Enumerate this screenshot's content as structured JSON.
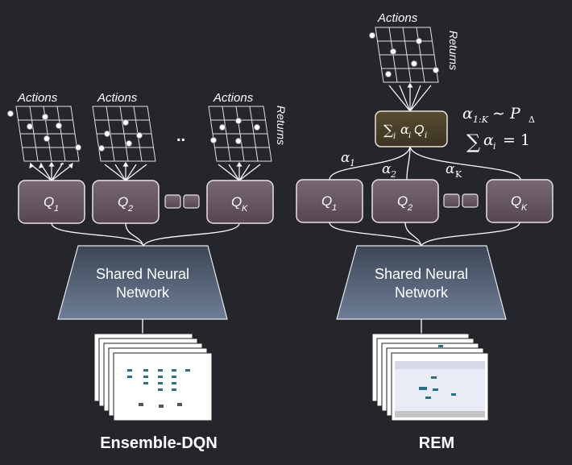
{
  "left": {
    "actions_labels": [
      "Actions",
      "Actions",
      "Actions"
    ],
    "returns_label": "Returns",
    "ellipsis": "..",
    "q_heads": [
      {
        "name": "Q",
        "sub": "1"
      },
      {
        "name": "Q",
        "sub": "2"
      },
      {
        "name": "Q",
        "sub": "K"
      }
    ],
    "network_lines": [
      "Shared Neural",
      "Network"
    ],
    "title": "Ensemble-DQN"
  },
  "right": {
    "actions_label": "Actions",
    "returns_label": "Returns",
    "combine": {
      "sum": "∑",
      "sum_sub": "i",
      "alpha": "α",
      "alpha_sub": "i",
      "q": "Q",
      "q_sub": "i"
    },
    "prior": {
      "alpha": "α",
      "alpha_sub": "1:K",
      "rel": "∼ P",
      "p_sub": "Δ"
    },
    "constraint": {
      "sum": "∑",
      "alpha": "α",
      "alpha_sub": "i",
      "rhs": "= 1"
    },
    "weights": [
      {
        "alpha": "α",
        "sub": "1"
      },
      {
        "alpha": "α",
        "sub": "2"
      },
      {
        "alpha": "α",
        "sub": "K"
      }
    ],
    "q_heads": [
      {
        "name": "Q",
        "sub": "1"
      },
      {
        "name": "Q",
        "sub": "2"
      },
      {
        "name": "Q",
        "sub": "K"
      }
    ],
    "network_lines": [
      "Shared Neural",
      "Network"
    ],
    "title": "REM"
  },
  "colors": {
    "background": "#25262b",
    "q_box": "#6a5a66",
    "combine_box": "#4a4129",
    "network_top": "#3d4656",
    "network_bottom": "#6b7a93"
  }
}
